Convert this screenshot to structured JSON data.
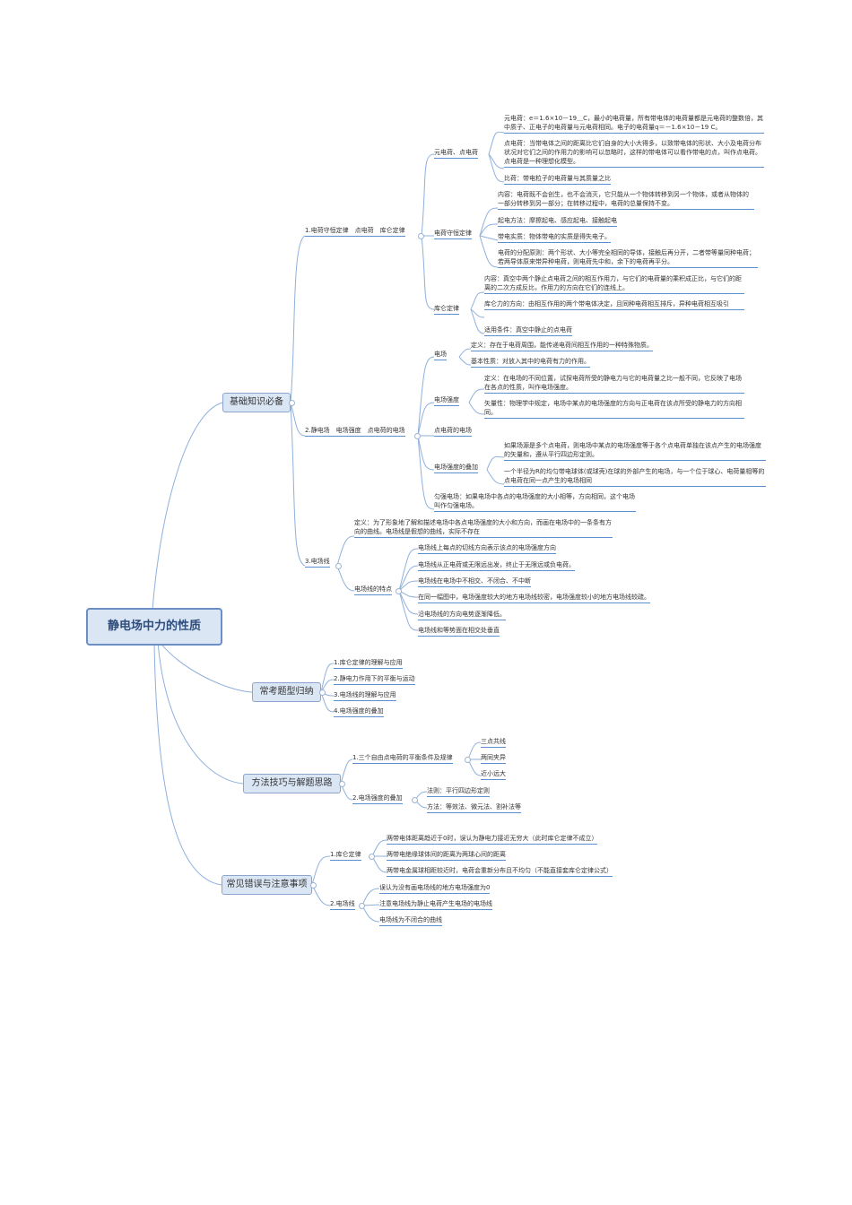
{
  "root": "静电场中力的性质",
  "basic": {
    "title": "基础知识必备",
    "s1": {
      "title": "1.电荷守恒定律　点电荷　库仑定律",
      "a": {
        "title": "元电荷、点电荷",
        "items": [
          "元电荷：e＝1.6×10－19＿C，最小的电荷量，所有带电体的电荷量都是元电荷的整数倍，其中质子、正电子的电荷量与元电荷相同。电子的电荷量q＝－1.6×10－19 C。",
          "点电荷：当带电体之间的距离比它们自身的大小大得多，以致带电体的形状、大小及电荷分布状况对它们之间的作用力的影响可以忽略时，这样的带电体可以看作带电的点，叫作点电荷。点电荷是一种理想化模型。",
          "比荷：带电粒子的电荷量与其质量之比"
        ]
      },
      "b": {
        "title": "电荷守恒定律",
        "items": [
          "内容：电荷既不会创生，也不会消灭，它只能从一个物体转移到另一个物体，或者从物体的一部分转移到另一部分；在转移过程中，电荷的总量保持不变。",
          "起电方法：摩擦起电、感应起电、接触起电",
          "带电实质：物体带电的实质是得失电子。",
          "电荷的分配原则：两个形状、大小等完全相同的导体，接触后再分开，二者带等量同种电荷；若两导体原来带异种电荷，则电荷先中和，余下的电荷再平分。"
        ]
      },
      "c": {
        "title": "库仑定律",
        "items": [
          "内容：真空中两个静止点电荷之间的相互作用力，与它们的电荷量的乘积成正比，与它们的距离的二次方成反比，作用力的方向在它们的连线上。",
          "库仑力的方向：由相互作用的两个带电体决定，且同种电荷相互排斥，异种电荷相互吸引",
          "适用条件：真空中静止的点电荷"
        ]
      }
    },
    "s2": {
      "title": "2.静电场　电场强度　点电荷的电场",
      "a": {
        "title": "电场",
        "items": [
          "定义：存在于电荷周围，能传递电荷间相互作用的一种特殊物质。",
          "基本性质：对放入其中的电荷有力的作用。"
        ]
      },
      "b": {
        "title": "电场强度",
        "items": [
          "定义：在电场的不同位置，试探电荷所受的静电力与它的电荷量之比一般不同，它反映了电场在各点的性质，叫作电场强度。",
          "矢量性：物理学中规定，电场中某点的电场强度的方向与正电荷在该点所受的静电力的方向相同。"
        ]
      },
      "c": {
        "title": "点电荷的电场"
      },
      "d": {
        "title": "电场强度的叠加",
        "items": [
          "如果场源是多个点电荷，则电场中某点的电场强度等于各个点电荷单独在该点产生的电场强度的矢量和，遵从平行四边形定则。",
          "一个半径为R的均匀带电球体(或球壳)在球的外部产生的电场，与一个位于球心、电荷量相等的点电荷在同一点产生的电场相同"
        ]
      },
      "e": "匀强电场：如果电场中各点的电场强度的大小相等，方向相同，这个电场叫作匀强电场。"
    },
    "s3": {
      "title": "3.电场线",
      "def": "定义：为了形象地了解和描述电场中各点电场强度的大小和方向，而画在电场中的一条条有方向的曲线。电场线是假想的曲线，实际不存在",
      "feat": {
        "title": "电场线的特点",
        "items": [
          "电场线上每点的切线方向表示该点的电场强度方向",
          "电场线从正电荷或无限远出发，终止于无限远或负电荷。",
          "电场线在电场中不相交、不闭合、不中断",
          "在同一幅图中，电场强度较大的地方电场线较密，电场强度较小的地方电场线较疏。",
          "沿电场线的方向电势逐渐降低。",
          "电场线和等势面在相交处垂直"
        ]
      }
    }
  },
  "common": {
    "title": "常考题型归纳",
    "items": [
      "1.库仑定律的理解与应用",
      "2.静电力作用下的平衡与运动",
      "3.电场线的理解与应用",
      "4.电场强度的叠加"
    ]
  },
  "method": {
    "title": "方法技巧与解题思路",
    "a": {
      "title": "1.三个自由点电荷的平衡条件及规律",
      "items": [
        "三点共线",
        "两同夹异",
        "近小远大"
      ]
    },
    "b": {
      "title": "2.电场强度的叠加",
      "items": [
        "法则：平行四边形定则",
        "方法：等效法、微元法、割补法等"
      ]
    }
  },
  "mistake": {
    "title": "常见错误与注意事项",
    "a": {
      "title": "1.库仑定律",
      "items": [
        "两带电体距离趋近于0时，误认为静电力接近无穷大（此时库仑定律不成立）",
        "两带电绝缘球体间的距离为两球心间的距离",
        "两带电金属球相距较近时，电荷会重新分布且不均匀（不能直接套库仑定律公式）"
      ]
    },
    "b": {
      "title": "2.电场线",
      "items": [
        "误认为没有画电场线的地方电场强度为0",
        "注意电场线为静止电荷产生电场的电场线",
        "电场线为不闭合的曲线"
      ]
    }
  }
}
